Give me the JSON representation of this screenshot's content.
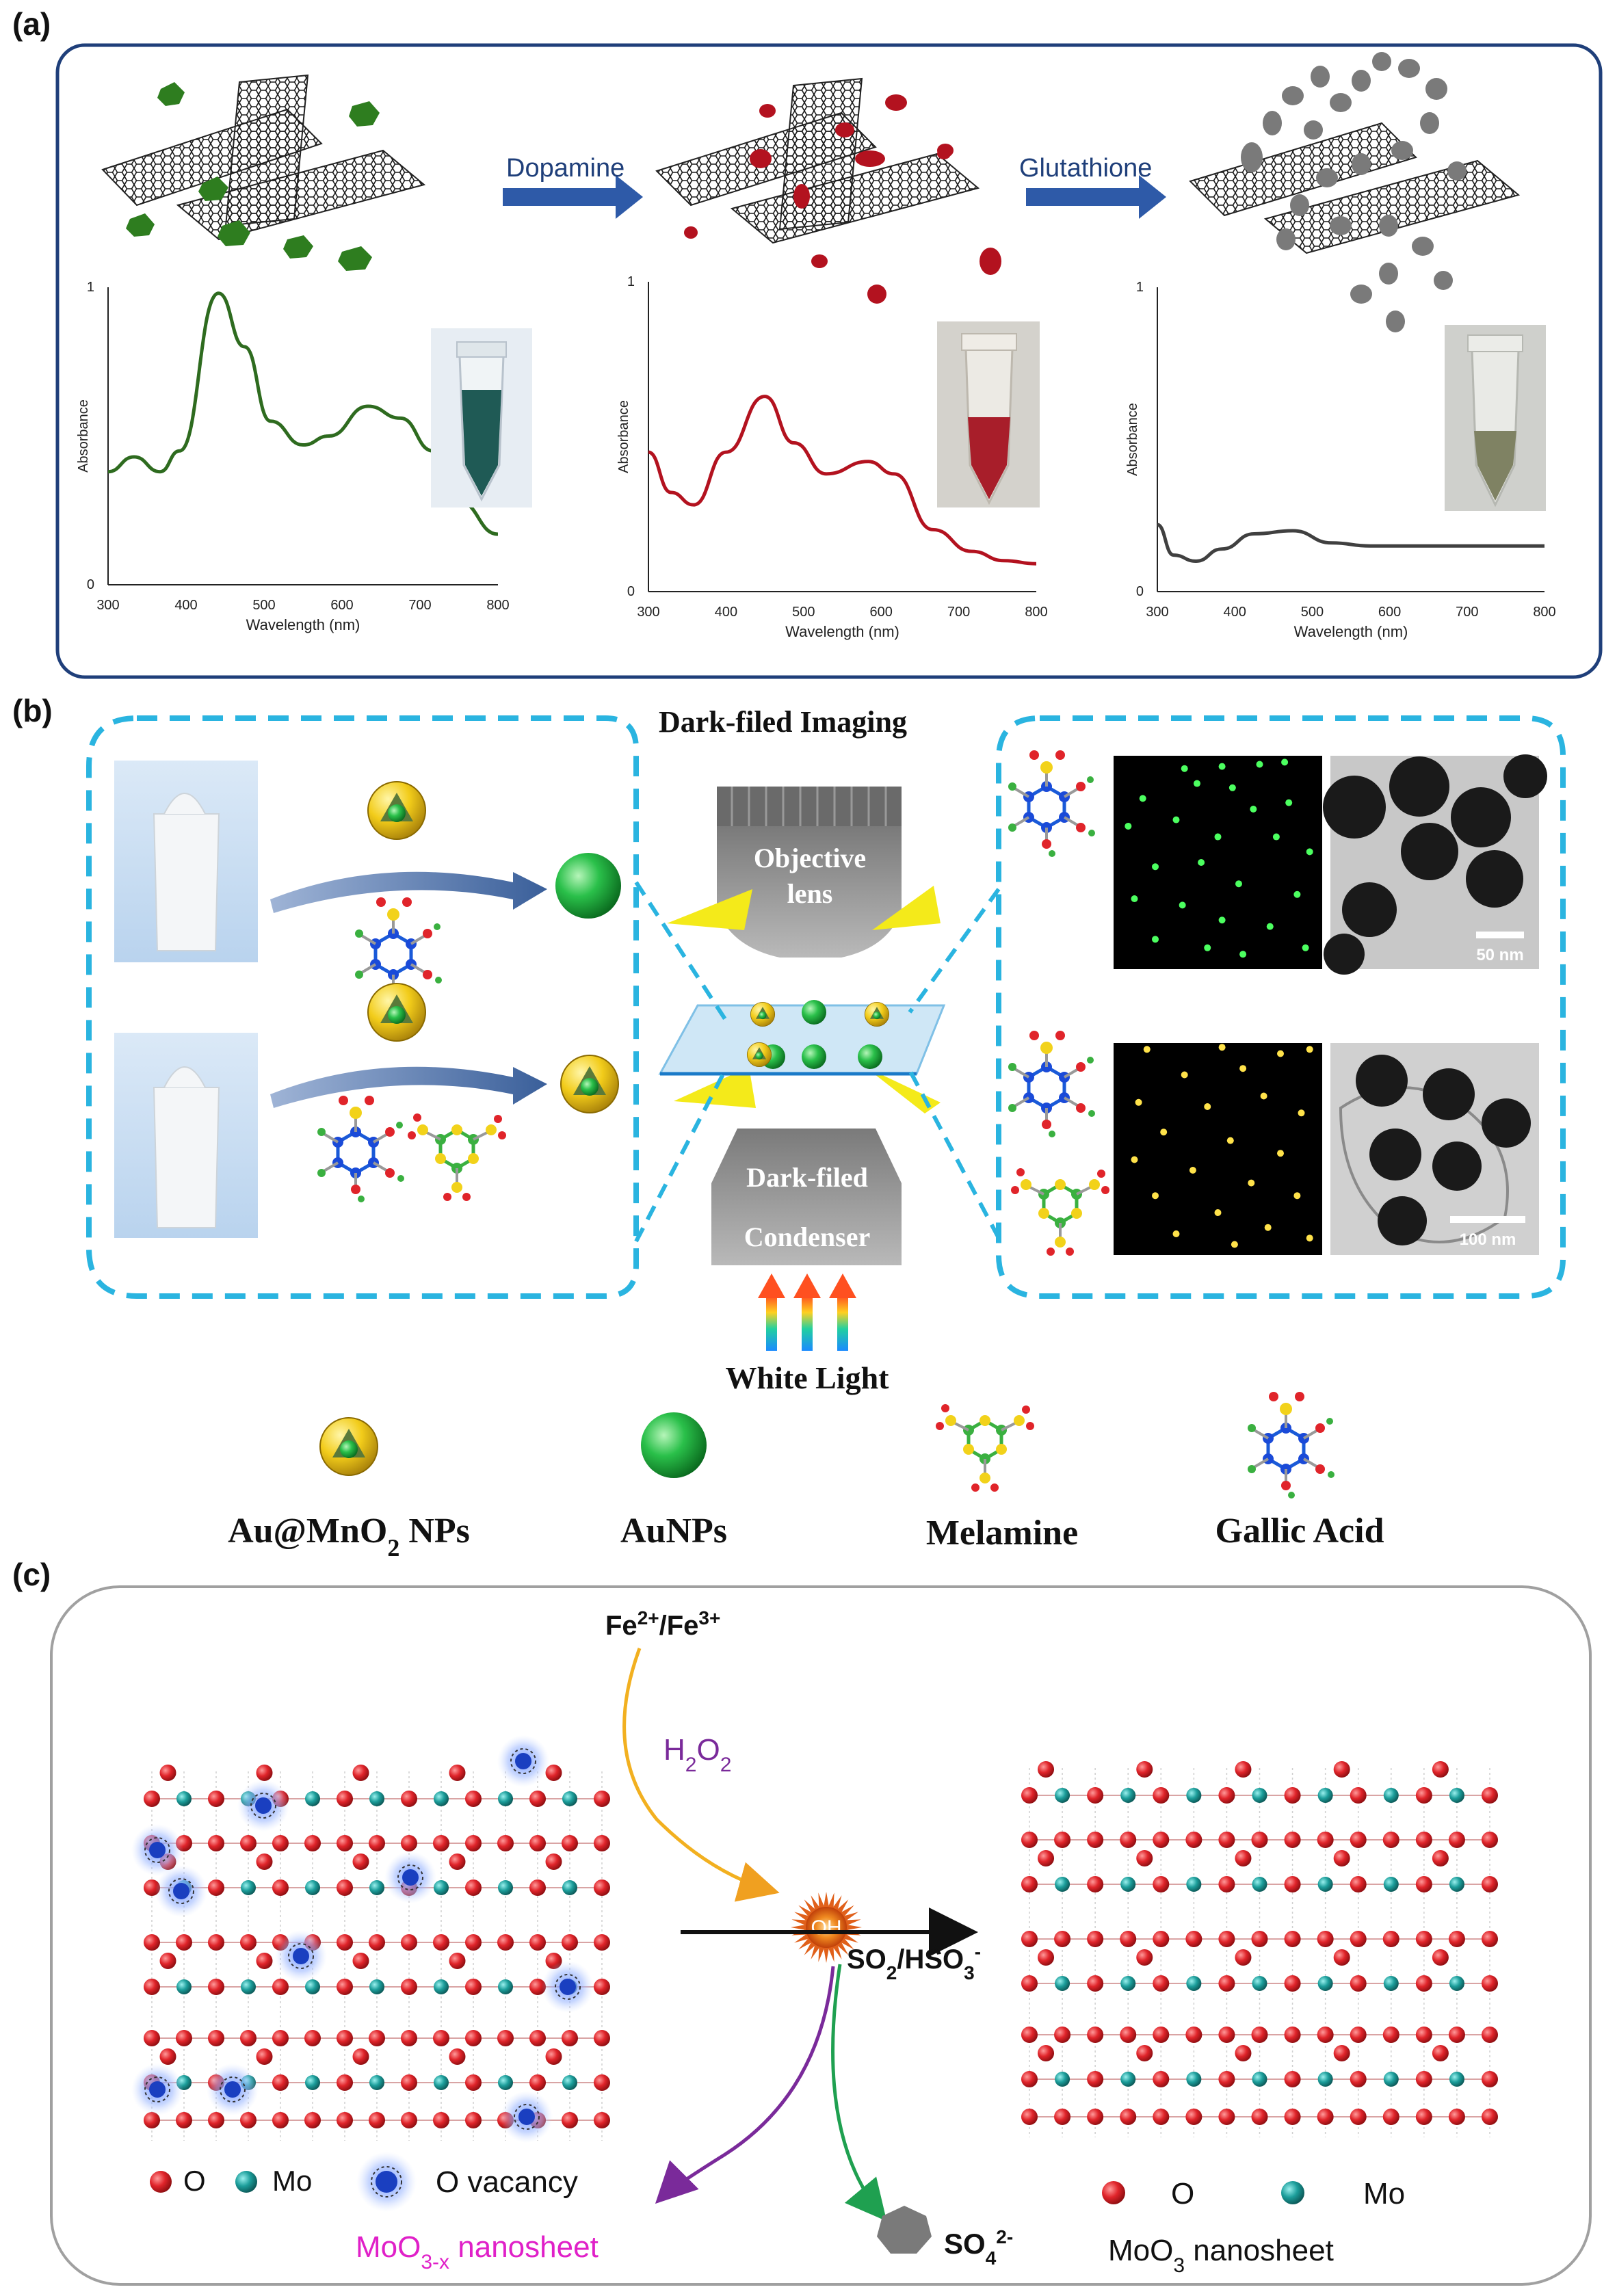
{
  "panels": {
    "a": "(a)",
    "b": "(b)",
    "c": "(c)"
  },
  "panel_a": {
    "arrow1_label": "Dopamine",
    "arrow2_label": "Glutathione",
    "axis_ylabel": "Absorbance",
    "axis_xlabel": "Wavelength (nm)",
    "x_ticks": [
      "300",
      "400",
      "500",
      "600",
      "700",
      "800"
    ],
    "y_ticks": [
      "0",
      "1"
    ],
    "colors": {
      "green": "#2e6b1f",
      "red": "#b3121f",
      "gray": "#404040",
      "frame": "#1f3f7a"
    }
  },
  "panel_b": {
    "title": "Dark-filed Imaging",
    "objective": [
      "Objective",
      "lens"
    ],
    "condenser": [
      "Dark-filed",
      "Condenser"
    ],
    "light": "White Light",
    "scale1": "50 nm",
    "scale2": "100 nm",
    "legend": [
      "Au@MnO",
      "2",
      " NPs",
      "AuNPs",
      "Melamine",
      "Gallic Acid"
    ],
    "colors": {
      "dash": "#2ab4e0",
      "gold": "#e8c21a",
      "green": "#1fae3c"
    }
  },
  "panel_c": {
    "fe_base": "Fe",
    "fe_sup1": "2+",
    "fe_mid": "/Fe",
    "fe_sup2": "3+",
    "h2o2_base": "H",
    "h2o2_sub1": "2",
    "h2o2_mid": "O",
    "h2o2_sub2": "2",
    "oh": "OH",
    "so2_a": "SO",
    "so2_sub": "2",
    "so2_b": "/HSO",
    "so2_sub2": "3",
    "so2_sup": "-",
    "so4_base": "SO",
    "so4_sub": "4",
    "so4_sup": "2-",
    "legend_o": "O",
    "legend_mo": "Mo",
    "legend_vac": "O vacancy",
    "left_caption_a": "MoO",
    "left_caption_sub": "3-x",
    "left_caption_b": " nanosheet",
    "right_legend_o": "O",
    "right_legend_mo": "Mo",
    "right_caption_a": "MoO",
    "right_caption_sub": "3",
    "right_caption_b": " nanosheet",
    "colors": {
      "o": "#e0242a",
      "mo": "#1c9e9b",
      "vac": "#1a3fc0",
      "magenta": "#e020c8",
      "purple": "#7a2a9a"
    }
  }
}
